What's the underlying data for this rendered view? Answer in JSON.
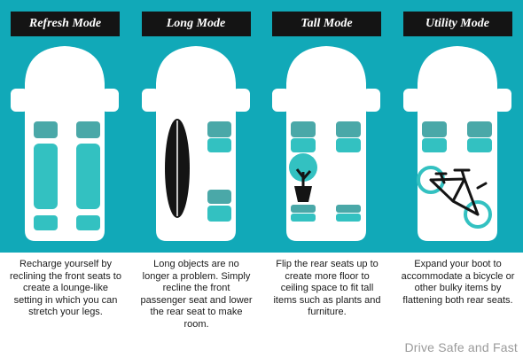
{
  "colors": {
    "teal": "#11a9b8",
    "seat_light": "#33c1c1",
    "seat_dark": "#4aa8a8",
    "car_body": "#ffffff",
    "tab_bg": "#141414"
  },
  "modes": [
    {
      "title": "Refresh Mode",
      "description": "Recharge yourself by reclining the front seats to create a lounge-like setting in which you can stretch your legs.",
      "illustration": "reclined-seats-icon"
    },
    {
      "title": "Long Mode",
      "description": "Long objects are no longer a problem. Simply recline the front passenger seat and lower the rear seat to make room.",
      "illustration": "surfboard-icon"
    },
    {
      "title": "Tall Mode",
      "description": "Flip the rear seats up to create more floor to ceiling space to fit tall items such as plants and furniture.",
      "illustration": "potted-plant-icon"
    },
    {
      "title": "Utility Mode",
      "description": "Expand your boot to accommodate a bicycle or other bulky items by flattening both rear seats.",
      "illustration": "bicycle-icon"
    }
  ],
  "watermark": "Drive Safe and Fast"
}
